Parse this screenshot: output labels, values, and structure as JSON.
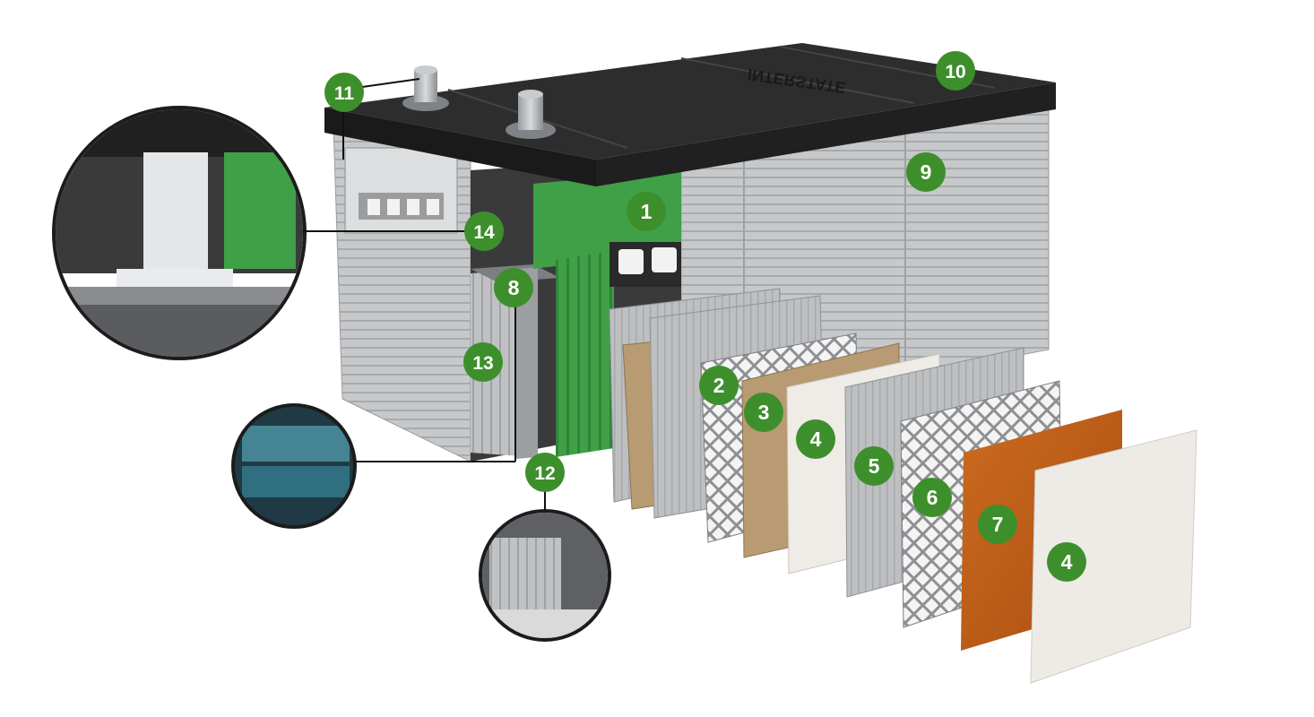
{
  "colors": {
    "badge": "#3d8f2c",
    "badge_text": "#ffffff",
    "lid": "#2b2b2b",
    "case": "#c4c6c8",
    "cell_green": "#3fa047",
    "plate_silver": "#b9bbbd",
    "separator_tan": "#b89b72",
    "paper_white": "#eeebe6",
    "plate_copper": "#c2621a",
    "leader_line": "#111111"
  },
  "lid": {
    "brand": "INTERSTATE"
  },
  "callouts": [
    {
      "id": "badge-1",
      "label": "1"
    },
    {
      "id": "badge-2",
      "label": "2"
    },
    {
      "id": "badge-3",
      "label": "3"
    },
    {
      "id": "badge-4a",
      "label": "4"
    },
    {
      "id": "badge-5",
      "label": "5"
    },
    {
      "id": "badge-6",
      "label": "6"
    },
    {
      "id": "badge-7",
      "label": "7"
    },
    {
      "id": "badge-4b",
      "label": "4"
    },
    {
      "id": "badge-8",
      "label": "8"
    },
    {
      "id": "badge-9",
      "label": "9"
    },
    {
      "id": "badge-10",
      "label": "10"
    },
    {
      "id": "badge-11",
      "label": "11"
    },
    {
      "id": "badge-12",
      "label": "12"
    },
    {
      "id": "badge-13",
      "label": "13"
    },
    {
      "id": "badge-14",
      "label": "14"
    }
  ],
  "icons": [
    "terminal-post-icon",
    "magnifier-inset-icon",
    "grid-mesh-icon"
  ]
}
